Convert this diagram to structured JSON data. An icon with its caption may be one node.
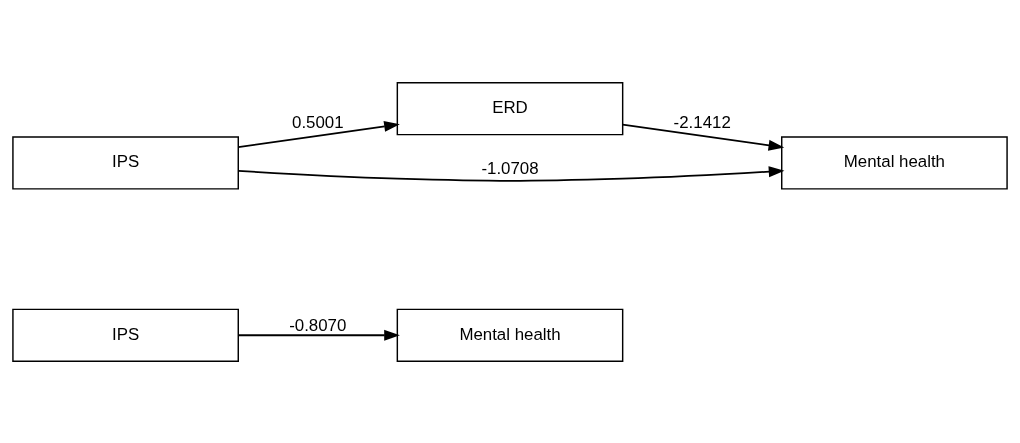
{
  "diagram": {
    "nodes": [
      {
        "text": [
          "IPS"
        ]
      },
      {
        "text": [
          "Mental health"
        ]
      },
      {
        "text": [
          "ERD"
        ]
      },
      {
        "text": [
          "IPS"
        ]
      },
      {
        "text": [
          "Mental health"
        ]
      }
    ],
    "edges": [
      {
        "from": 0,
        "to": 1,
        "arrow": "to",
        "label": "-0.8070"
      },
      {
        "from": 3,
        "to": 2,
        "arrow": "to",
        "label": "0.5001"
      },
      {
        "from": 2,
        "to": 4,
        "arrow": "to",
        "label": "-2.1412"
      },
      {
        "from": 3,
        "to": 4,
        "arrow": "to",
        "label": "-1.0708"
      }
    ]
  }
}
